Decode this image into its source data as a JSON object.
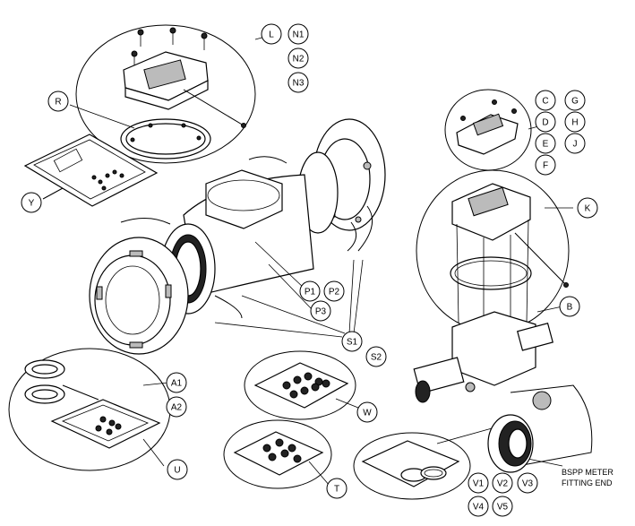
{
  "callouts": {
    "L": "L",
    "N1": "N1",
    "N2": "N2",
    "N3": "N3",
    "R": "R",
    "Y": "Y",
    "C": "C",
    "G": "G",
    "D": "D",
    "H": "H",
    "E": "E",
    "J": "J",
    "F": "F",
    "K": "K",
    "B": "B",
    "P1": "P1",
    "P2": "P2",
    "P3": "P3",
    "S1": "S1",
    "S2": "S2",
    "A1": "A1",
    "A2": "A2",
    "U": "U",
    "W": "W",
    "T": "T",
    "V1": "V1",
    "V2": "V2",
    "V3": "V3",
    "V4": "V4",
    "V5": "V5"
  },
  "labels": {
    "bspp_line1": "BSPP METER",
    "bspp_line2": "FITTING END"
  }
}
